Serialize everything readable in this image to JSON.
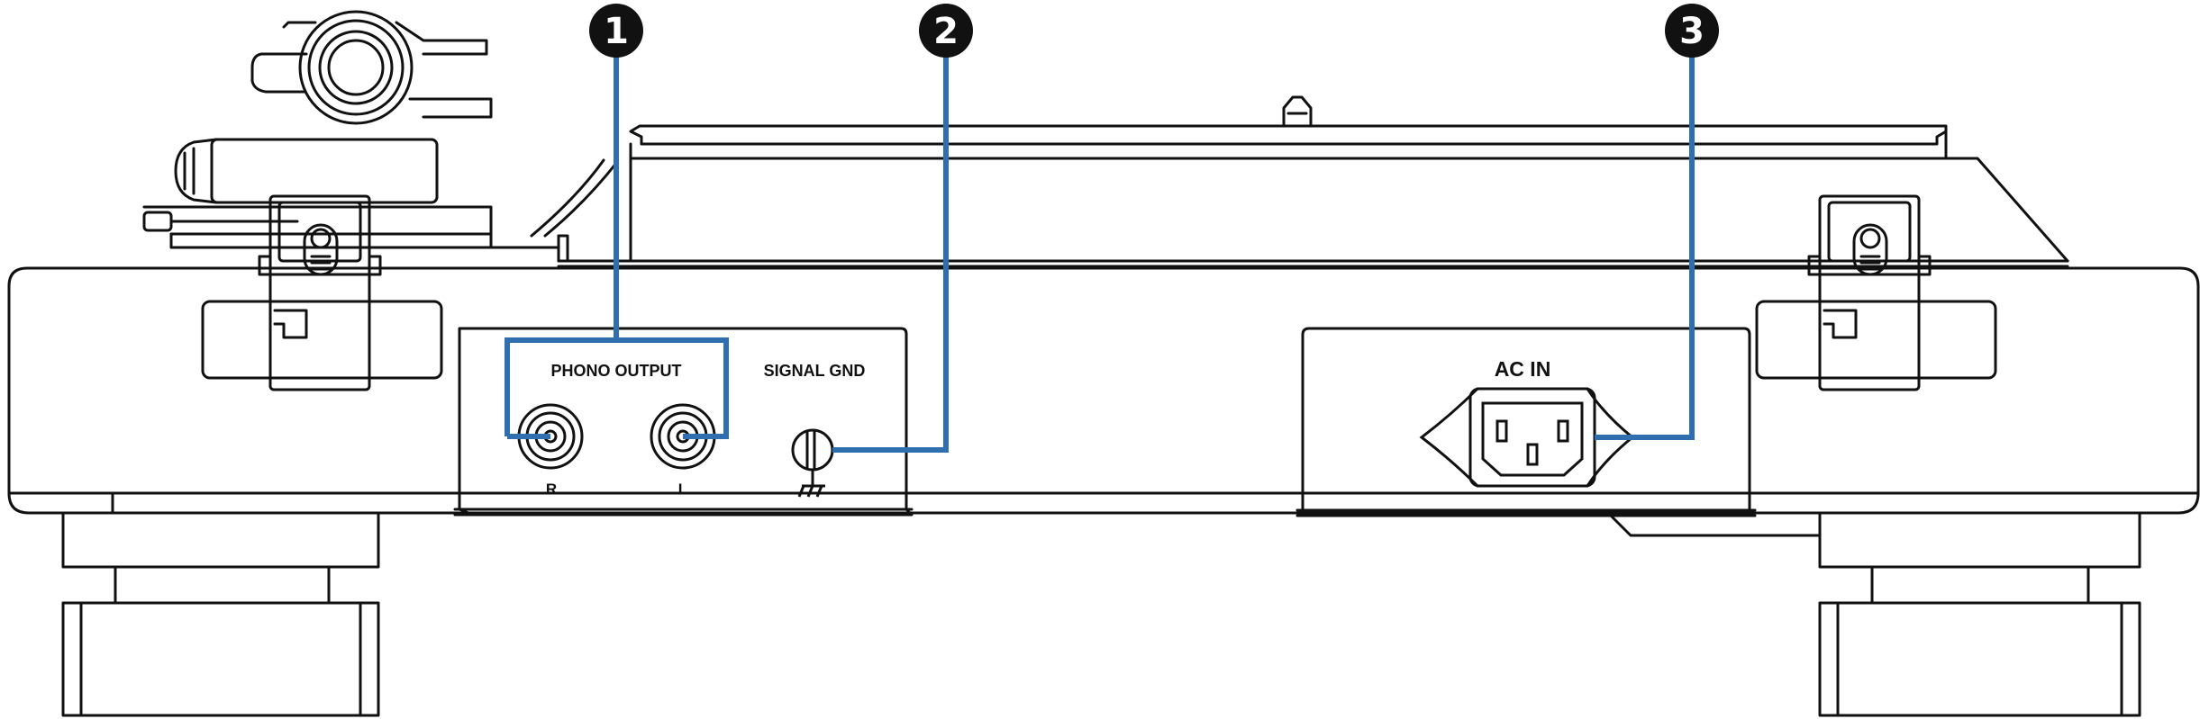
{
  "panel_labels": {
    "phono_output": "PHONO OUTPUT",
    "signal_gnd": "SIGNAL GND",
    "ac_in": "AC IN",
    "right_channel": "R",
    "left_channel": "L"
  },
  "callouts": [
    {
      "number": "1",
      "glyph": "❶"
    },
    {
      "number": "2",
      "glyph": "❷"
    },
    {
      "number": "3",
      "glyph": "❸"
    }
  ],
  "colors": {
    "callout_line": "#2f6fb0",
    "callout_badge": "#111111",
    "outline": "#111111",
    "background": "#ffffff"
  },
  "icons": [
    "rca-jack-icon",
    "ground-screw-icon",
    "ground-symbol-icon",
    "ac-inlet-icon"
  ]
}
